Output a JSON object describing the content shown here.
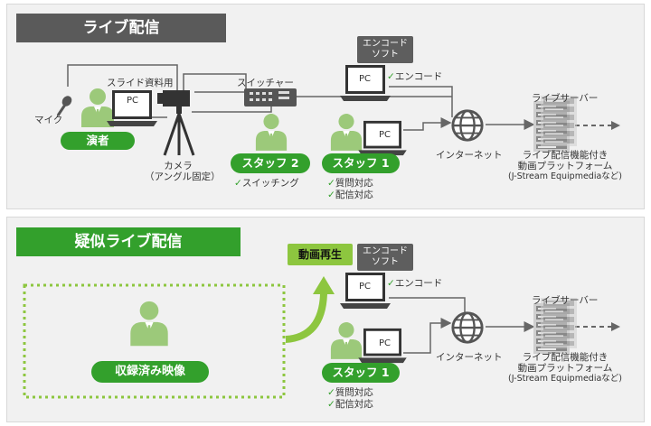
{
  "live": {
    "title": "ライブ配信",
    "mic_label": "マイク",
    "slide_pc_label": "スライド資料用",
    "pc_text": "PC",
    "performer_label": "演者",
    "camera_label_line1": "カメラ",
    "camera_label_line2": "（アングル固定）",
    "switcher_label": "スイッチャー",
    "staff2_label": "スタッフ 2",
    "staff2_task": "スイッチング",
    "encode_soft_line1": "エンコード",
    "encode_soft_line2": "ソフト",
    "encode_task": "エンコード",
    "staff1_label": "スタッフ 1",
    "staff1_task1": "質問対応",
    "staff1_task2": "配信対応",
    "internet_label": "インターネット",
    "server_label": "ライブサーバー",
    "platform_line1": "ライブ配信機能付き",
    "platform_line2": "動画プラットフォーム",
    "platform_line3": "(J-Stream Equipmediaなど)"
  },
  "pseudo": {
    "title": "疑似ライブ配信",
    "video_label": "収録済み映像",
    "playback_label": "動画再生",
    "encode_soft_line1": "エンコード",
    "encode_soft_line2": "ソフト",
    "pc_text": "PC",
    "encode_task": "エンコード",
    "staff1_label": "スタッフ 1",
    "staff1_task1": "質問対応",
    "staff1_task2": "配信対応",
    "internet_label": "インターネット",
    "server_label": "ライブサーバー",
    "platform_line1": "ライブ配信機能付き",
    "platform_line2": "動画プラットフォーム",
    "platform_line3": "(J-Stream Equipmediaなど)"
  },
  "check_mark": "✓",
  "colors": {
    "green": "#33a02c",
    "light_green": "#8dc63f",
    "person_green": "#9cc97a",
    "dark_gray": "#5a5a5a",
    "line_gray": "#666666"
  }
}
